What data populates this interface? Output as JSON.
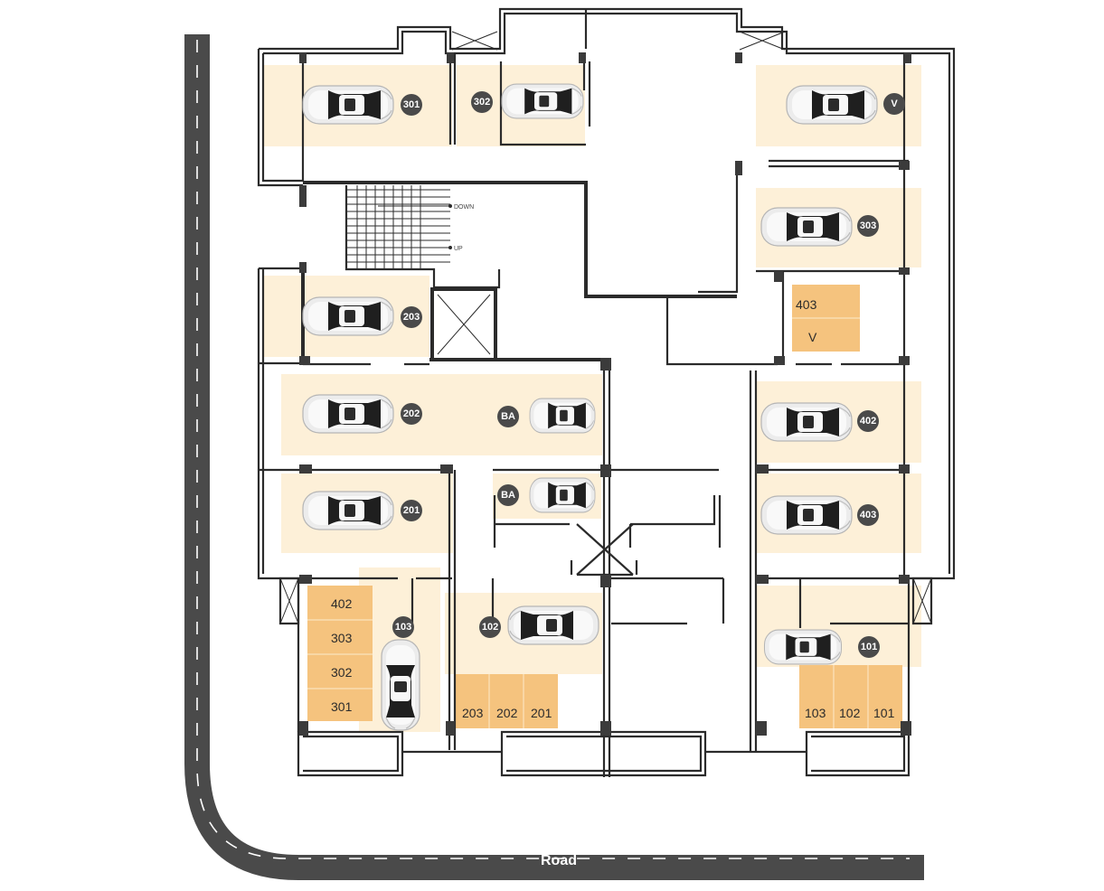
{
  "road": {
    "label": "Road"
  },
  "stairs": {
    "down_label": "DOWN",
    "up_label": "UP"
  },
  "parking_badges": [
    {
      "id": "p301",
      "label": "301"
    },
    {
      "id": "p302",
      "label": "302"
    },
    {
      "id": "pV",
      "label": "V"
    },
    {
      "id": "p303",
      "label": "303"
    },
    {
      "id": "p203",
      "label": "203"
    },
    {
      "id": "p202",
      "label": "202"
    },
    {
      "id": "pBA1",
      "label": "BA"
    },
    {
      "id": "p402",
      "label": "402"
    },
    {
      "id": "p201",
      "label": "201"
    },
    {
      "id": "pBA2",
      "label": "BA"
    },
    {
      "id": "p403",
      "label": "403"
    },
    {
      "id": "p103",
      "label": "103"
    },
    {
      "id": "p102",
      "label": "102"
    },
    {
      "id": "p101",
      "label": "101"
    }
  ],
  "store_labels": {
    "top_right": [
      "403",
      "V"
    ],
    "left_stack": [
      "402",
      "303",
      "302",
      "301"
    ],
    "mid_row": [
      "203",
      "202",
      "201"
    ],
    "right_row": [
      "103",
      "102",
      "101"
    ]
  },
  "colors": {
    "parking_fill": "#fdf0d8",
    "store_fill": "#f5c37e",
    "road": "#4a4a4a",
    "wall": "#2b2b2b",
    "badge": "#4a4a4a"
  }
}
